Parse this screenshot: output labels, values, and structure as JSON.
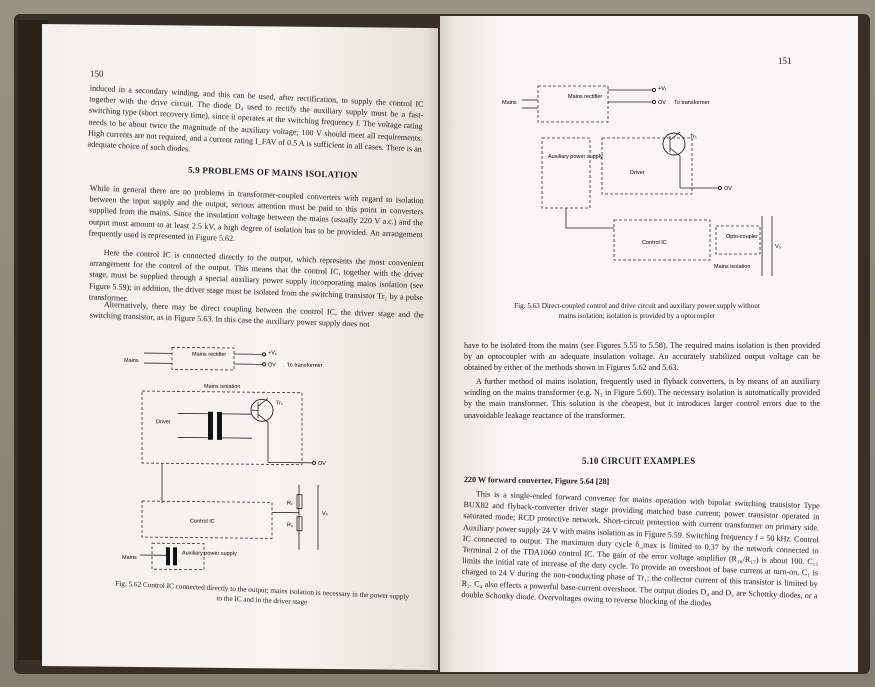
{
  "left_page": {
    "page_number": "150",
    "para1": "induced in a secondary winding, and this can be used, after rectification, to supply the control IC together with the drive circuit. The diode D₄ used to rectify the auxiliary supply must be a fast-switching type (short recovery time), since it operates at the switching frequency f. The voltage rating needs to be about twice the magnitude of the auxiliary voltage; 100 V should meet all requirements. High currents are not required, and a current rating I_FAV of 0.5 A is sufficient in all cases. There is an adequate choice of such diodes.",
    "section_heading": "5.9 PROBLEMS OF MAINS ISOLATION",
    "para2": "While in general there are no problems in transformer-coupled converters with regard to isolation between the input supply and the output, serious attention must be paid to this point in converters supplied from the mains. Since the insulation voltage between the mains (usually 220 V a.c.) and the output must amount to at least 2.5 kV, a high degree of isolation has to be provided. An arrangement frequently used is represented in Figure 5.62.",
    "para3": "Here the control IC is connected directly to the output, which represents the most convenient arrangement for the control of the output. This means that the control IC, together with the driver stage, must be supplied through a special auxiliary power supply incorporating mains isolation (see Figure 5.59); in addition, the driver stage must be isolated from the switching transistor Tr₁ by a pulse transformer.",
    "para4": "Alternatively, there may be direct coupling between the control IC, the driver stage and the switching transistor, as in Figure 5.63. In this case the auxiliary power supply does not",
    "diagram": {
      "mains": "Mains",
      "mains_rectifier": "Mains rectifier",
      "v1": "+V₁",
      "ov": "OV",
      "to_transformer": "To transformer",
      "mains_isolation": "Mains isolation",
      "tr1": "Tr₁",
      "driver": "Driver",
      "ov2": "OV",
      "control_ic": "Control IC",
      "r1": "R₁",
      "r2": "R₂",
      "vo": "V₀",
      "mains2": "Mains",
      "auxiliary": "Auxiliary power supply"
    },
    "caption": "Fig. 5.62 Control IC connected directly to the output; mains isolation is necessary in the power supply to the IC and in the driver stage"
  },
  "right_page": {
    "page_number": "151",
    "diagram": {
      "mains": "Mains",
      "mains_rectifier": "Mains rectifier",
      "v1": "+V₁",
      "ov": "OV",
      "to_transformer": "To transformer",
      "tr1": "Tr₁",
      "aux": "Auxiliary power supply",
      "driver": "Driver",
      "ov2": "OV",
      "control_ic": "Control IC",
      "opto": "Opto-coupler",
      "mains_isolation": "Mains isolation",
      "vo": "V₀"
    },
    "caption": "Fig. 5.63 Direct-coupled control and drive circuit and auxiliary power supply without mains isolation; isolation is provided by a optocoupler",
    "para1": "have to be isolated from the mains (see Figures 5.55 to 5.58). The required mains isolation is then provided by an optocoupler with an adequate insulation voltage. An accurately stabilized output voltage can be obtained by either of the methods shown in Figures 5.62 and 5.63.",
    "para2": "A further method of mains isolation, frequently used in flyback converters, is by means of an auxiliary winding on the mains transformer (e.g. N₃ in Figure 5.60). The necessary isolation is automatically provided by the main transformer. This solution is the cheapest, but it introduces larger control errors due to the unavoidable leakage reactance of the transformer.",
    "section_heading": "5.10 CIRCUIT EXAMPLES",
    "subheading": "220 W forward converter, Figure 5.64 [28]",
    "para3": "This is a single-ended forward converter for mains operation with bipolar switching transistor Type BUX82 and flyback-converter driver stage providing matched base current; power transistor operated in saturated mode; RCD protective network. Short-circuit protection with current transformer on primary side. Auxiliary power supply 24 V with mains isolation as in Figure 5.59. Switching frequency f = 50 kHz. Control IC connected to output. The maximum duty cycle δ_max is limited to 0.37 by the network connected to Terminal 2 of the TDA1060 control IC. The gain of the error voltage amplifier (R₁₆/R₁₇) is about 100. C₁₅ limits the initial rate of increase of the duty cycle. To provide an overshoot of base current at turn-on, C₁ is charged to 24 V during the non-conducting phase of Tr₁; the collector current of this transistor is limited by R₂. C₄ also effects a powerful base-current overshoot. The output diodes D₄ and D₅ are Schottky diodes, or a double Schottky diode. Overvoltages owing to reverse blocking of the diodes"
  }
}
